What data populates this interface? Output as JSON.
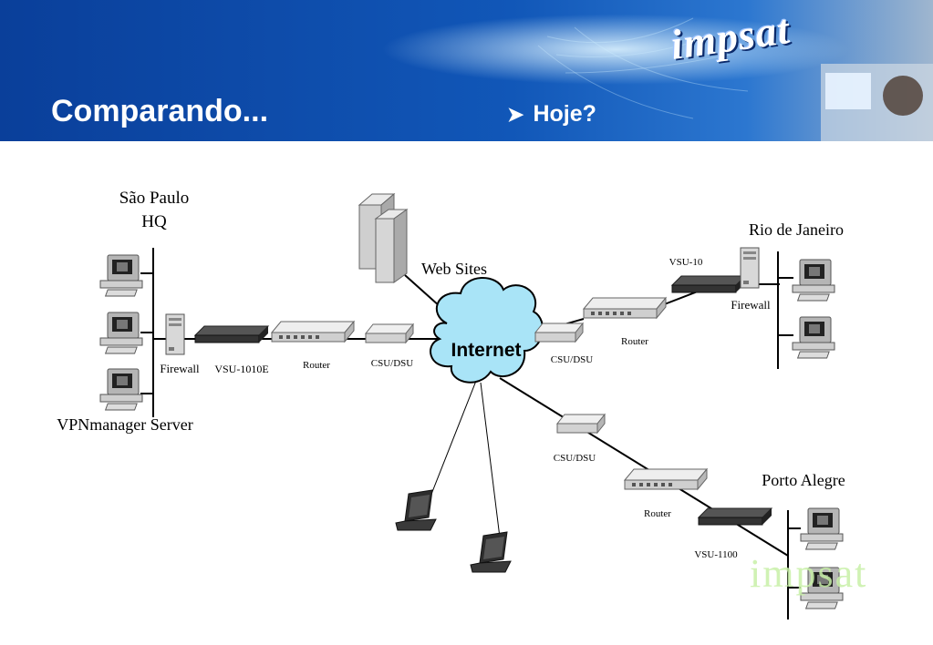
{
  "header": {
    "title": "Comparando...",
    "subtitle": "Hoje?",
    "bullet_icon": "arrow-bullet-icon",
    "logo_text": "impsat"
  },
  "colors": {
    "header_blue": "#0d4aa6",
    "cloud_fill": "#a9e4f7",
    "watermark": "#c8f0a8"
  },
  "diagram": {
    "sites": {
      "sao_paulo": {
        "title_line1": "São Paulo",
        "title_line2": "HQ",
        "server_label": "VPNmanager Server"
      },
      "rio": {
        "title": "Rio de Janeiro"
      },
      "porto_alegre": {
        "title": "Porto Alegre"
      }
    },
    "labels": {
      "firewall_sp": "Firewall",
      "vsu_sp": "VSU-1010E",
      "router_sp": "Router",
      "csu_sp": "CSU/DSU",
      "web_sites": "Web Sites",
      "internet": "Internet",
      "csu_rio": "CSU/DSU",
      "router_rio": "Router",
      "vsu_rio": "VSU-10",
      "firewall_rio": "Firewall",
      "csu_pa": "CSU/DSU",
      "router_pa": "Router",
      "vsu_pa": "VSU-1100"
    }
  },
  "watermark_text": "impsat"
}
